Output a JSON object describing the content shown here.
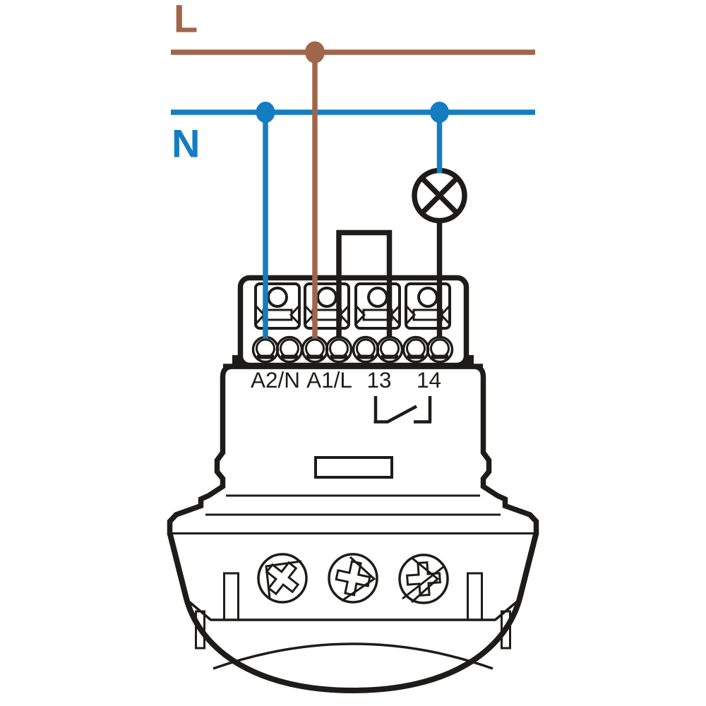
{
  "diagram": {
    "type": "wiring-diagram",
    "supply_labels": {
      "live": "L",
      "neutral": "N"
    },
    "terminal_labels": [
      "A2/N",
      "A1/L",
      "13",
      "14"
    ],
    "symbols": {
      "lamp": "lamp-load-symbol",
      "contact": "normally-open-contact-symbol",
      "junctions": "wire-junction-dots"
    },
    "colors": {
      "live_brown": "#a1664a",
      "neutral_blue": "#147dc2",
      "line_black": "#1d1c1a"
    }
  }
}
